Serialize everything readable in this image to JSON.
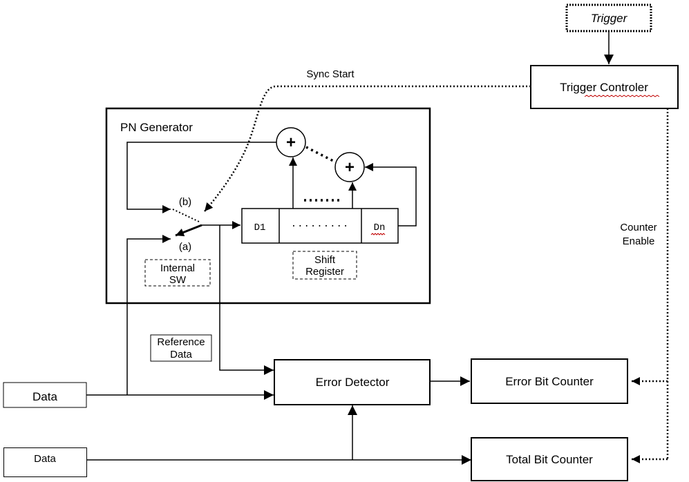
{
  "trigger": {
    "label": "Trigger"
  },
  "trigger_controller": {
    "label": "Trigger Controler"
  },
  "sync_start": {
    "label": "Sync Start"
  },
  "pn_generator": {
    "title": "PN Generator",
    "xor_symbol": "+",
    "switch_b": "(b)",
    "switch_a": "(a)",
    "internal_sw": {
      "line1": "Internal",
      "line2": "SW"
    },
    "shift_register": {
      "label_line1": "Shift",
      "label_line2": "Register",
      "cell_first": "D1",
      "cell_middle": "·········",
      "cell_last": "Dn"
    }
  },
  "reference_data": {
    "line1": "Reference",
    "line2": "Data"
  },
  "counter_enable": {
    "line1": "Counter",
    "line2": "Enable"
  },
  "data_input": {
    "label": "Data"
  },
  "data_clock_input": {
    "label": "Data"
  },
  "error_detector": {
    "label": "Error Detector"
  },
  "error_bit_counter": {
    "label": "Error Bit Counter"
  },
  "total_bit_counter": {
    "label": "Total Bit Counter"
  }
}
